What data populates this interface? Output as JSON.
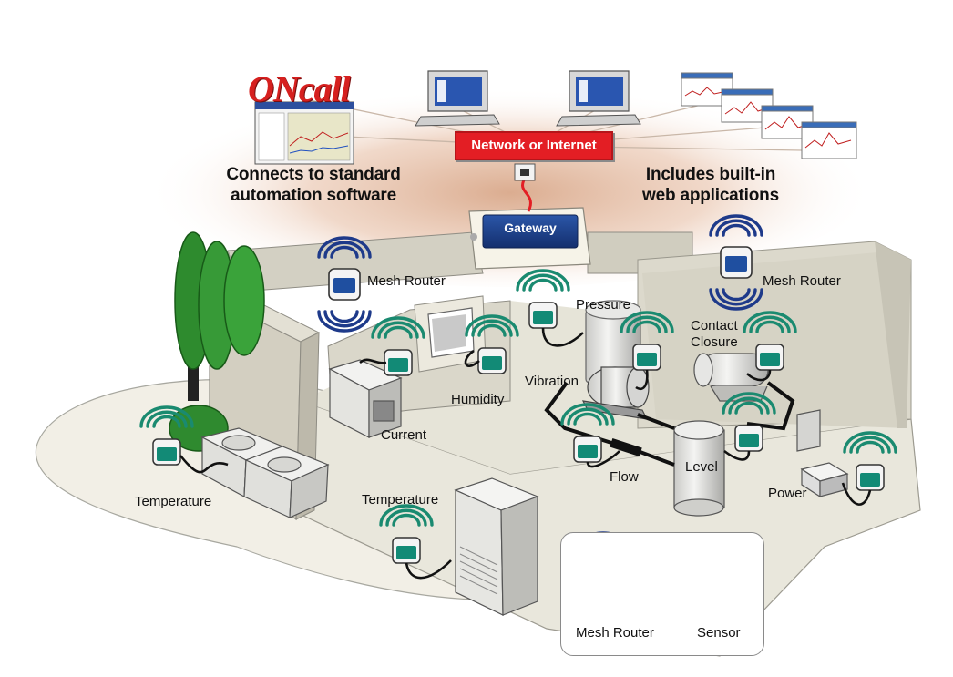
{
  "logo": "ONcall",
  "captions": {
    "left": [
      "Connects to standard",
      "automation software"
    ],
    "right": [
      "Includes built-in",
      "web applications"
    ]
  },
  "network_label": "Network or Internet",
  "gateway_label": "Gateway",
  "labels": {
    "mesh_router_left": "Mesh Router",
    "mesh_router_right": "Mesh Router",
    "pressure": "Pressure",
    "contact_closure": [
      "Contact",
      "Closure"
    ],
    "vibration": "Vibration",
    "humidity": "Humidity",
    "current": "Current",
    "flow": "Flow",
    "level": "Level",
    "power": "Power",
    "temperature_left": "Temperature",
    "temperature_center": "Temperature"
  },
  "legend": {
    "mesh_router": "Mesh Router",
    "sensor": "Sensor"
  },
  "colors": {
    "network_red": "#e31e24",
    "gateway_blue": "#1a3f8c",
    "router_blue": "#1f4fa0",
    "sensor_teal": "#128a76",
    "wave_teal": "#1a8a70",
    "wave_navy": "#1e3a8a",
    "tree_green": "#2e8b2e"
  }
}
